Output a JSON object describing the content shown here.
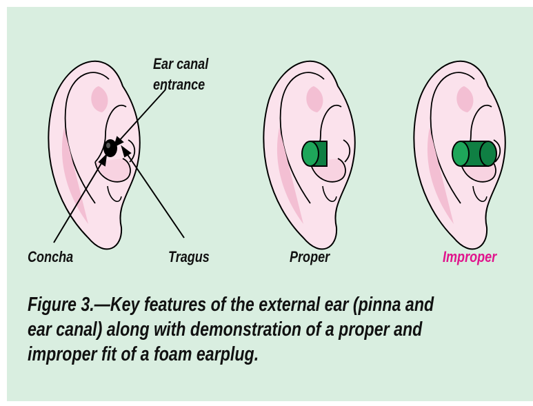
{
  "labels": {
    "ear_canal_line1": "Ear canal",
    "ear_canal_line2": "entrance",
    "concha": "Concha",
    "tragus": "Tragus",
    "proper": "Proper",
    "improper": "Improper"
  },
  "caption": {
    "line1": "Figure 3.—Key features of the external ear (pinna and",
    "line2": "ear canal) along with demonstration of a proper and",
    "line3": "improper fit of a foam earplug."
  },
  "colors": {
    "background": "#d9eee0",
    "ear_skin": "#fbe2ec",
    "ear_shade": "#f3bfd3",
    "outline": "#000000",
    "earplug": "#1ea65a",
    "earplug_shade": "#0f7f43",
    "improper_label": "#e0148c"
  }
}
